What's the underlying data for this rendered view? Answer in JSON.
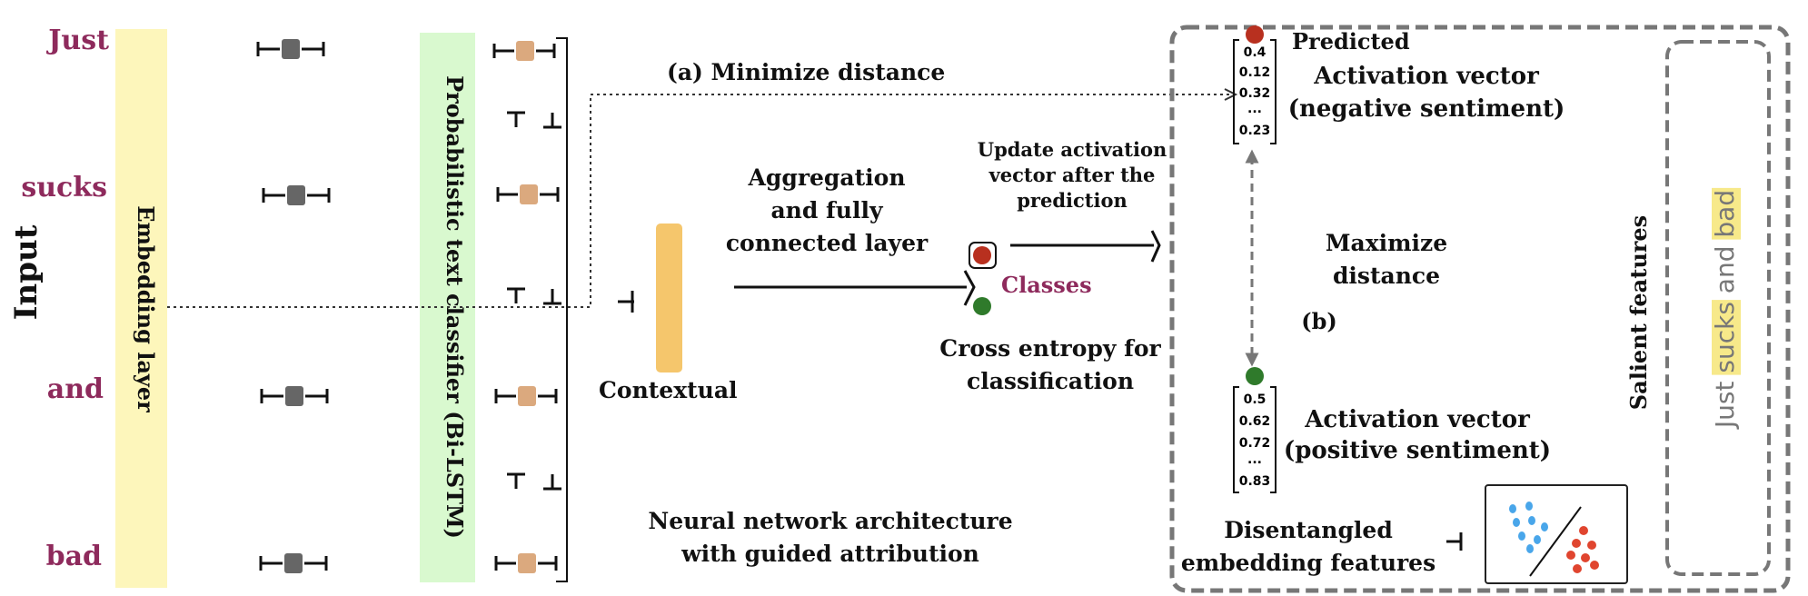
{
  "colors": {
    "word": "#8e2a5c",
    "embedding_fill": "#fdf6bb",
    "classifier_fill": "#d9f9cf",
    "contextual_fill": "#f5c66c",
    "gray_cell": "#666666",
    "tan_cell": "#dba97e",
    "red_dot": "#b8301f",
    "green_dot": "#2f7a2b",
    "highlight": "#f7e98a",
    "blue_points": "#49a6ea",
    "red_points": "#e0452f"
  },
  "input": {
    "title": "Input",
    "words": [
      "Just",
      "sucks",
      "and",
      "bad"
    ]
  },
  "embedding_layer": {
    "label": "Embedding layer"
  },
  "classifier": {
    "label": "Probabilistic text classifier (Bi-LSTM)"
  },
  "minimize": {
    "label": "(a) Minimize distance"
  },
  "aggregation": {
    "lines": [
      "Aggregation",
      "and fully",
      "connected layer"
    ]
  },
  "contextual": {
    "label": "Contextual"
  },
  "update": {
    "lines": [
      "Update activation",
      "vector after the",
      "prediction"
    ]
  },
  "classes": {
    "label": "Classes"
  },
  "cross_entropy": {
    "lines": [
      "Cross entropy for",
      "classification"
    ]
  },
  "architecture": {
    "lines": [
      "Neural network architecture",
      "with guided attribution"
    ]
  },
  "predicted": {
    "label": "Predicted",
    "title_lines": [
      "Activation vector",
      "(negative sentiment)"
    ],
    "values": [
      "0.4",
      "0.12",
      "0.32",
      "...",
      "0.23"
    ]
  },
  "maximize": {
    "lines": [
      "Maximize",
      "distance"
    ],
    "tag": "(b)"
  },
  "positive": {
    "title_lines": [
      "Activation vector",
      "(positive sentiment)"
    ],
    "values": [
      "0.5",
      "0.62",
      "0.72",
      "...",
      "0.83"
    ]
  },
  "disentangled": {
    "lines": [
      "Disentangled",
      "embedding features"
    ]
  },
  "salient": {
    "label": "Salient features",
    "words": [
      "Just",
      "sucks",
      "and",
      "bad"
    ],
    "highlighted": [
      false,
      true,
      false,
      true
    ]
  }
}
